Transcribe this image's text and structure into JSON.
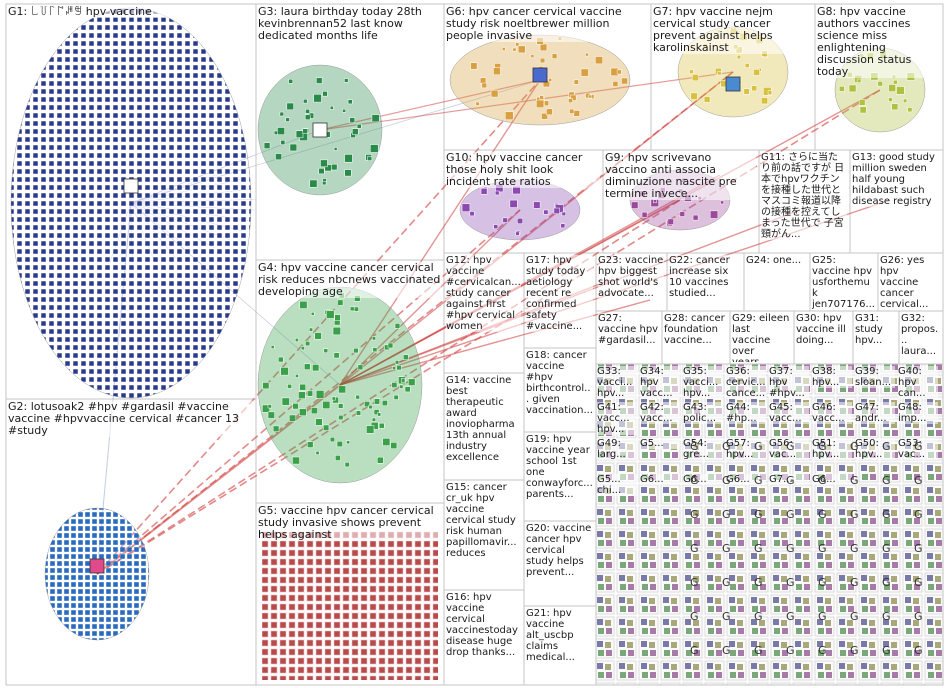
{
  "groups": [
    {
      "id": "G1",
      "label": "G1: ꒒꒦꒓꒕ꎎꁅ hpv vaccine",
      "color": "#1f2a7a"
    },
    {
      "id": "G2",
      "label": "G2: lotusoak2 #hpv #gardasil #vaccine vaccine #hpvvaccine cervical #cancer 13 #study",
      "color": "#1c5fb0"
    },
    {
      "id": "G3",
      "label": "G3: laura birthday today 28th kevinbrennan52 last know dedicated months life",
      "color": "#1a7a3a"
    },
    {
      "id": "G4",
      "label": "G4: hpv vaccine cancer cervical risk reduces nbcnews vaccinated developing age",
      "color": "#2a9a3a"
    },
    {
      "id": "G5",
      "label": "G5: vaccine hpv cancer cervical study invasive shows prevent helps against",
      "color": "#a03030"
    },
    {
      "id": "G6",
      "label": "G6: hpv cancer cervical vaccine study risk noeltbrewer million people invasive",
      "color": "#d08a20"
    },
    {
      "id": "G7",
      "label": "G7: hpv vaccine nejm cervical study cancer prevent against helps karolinskainst",
      "color": "#c8b020"
    },
    {
      "id": "G8",
      "label": "G8: hpv vaccine authors vaccines science miss enlightening discussion status today",
      "color": "#9ab020"
    },
    {
      "id": "G9",
      "label": "G9: hpv scrivevano vaccino anti associa diminuzione nascite pre termine invece...",
      "color": "#8a2a8a"
    },
    {
      "id": "G10",
      "label": "G10: hpv vaccine cancer those holy shit look incident rate ratios",
      "color": "#7a3aa0"
    },
    {
      "id": "G11",
      "label": "G11: さらに当たり前の話ですが 日本でhpvワクチンを接種した世代とマスコミ報道以降の接種を控えてしまった世代で 子宮頸がん...",
      "color": "#2a7aa0"
    },
    {
      "id": "G12",
      "label": "G12: hpv vaccine #cervicalcan... study cancer against first #hpv cervical women",
      "color": "#3a8a8a"
    },
    {
      "id": "G13",
      "label": "G13: good study million sweden half young hildabast such disease registry",
      "color": "#3a6aa0"
    },
    {
      "id": "G14",
      "label": "G14: vaccine best therapeutic award inoviopharma 13th annual industry excellence",
      "color": "#8a8a2a"
    },
    {
      "id": "G15",
      "label": "G15: cancer cr_uk hpv vaccine cervical study risk human papillomavir... reduces",
      "color": "#6a9a3a"
    },
    {
      "id": "G16",
      "label": "G16: hpv vaccine cervical vaccinestoday disease huge drop thanks...",
      "color": "#5a8a5a"
    },
    {
      "id": "G17",
      "label": "G17: hpv study today aetiology recent re confirmed safety #vaccine...",
      "color": "#aa5a2a"
    },
    {
      "id": "G18",
      "label": "G18: cancer vaccine #hpv birthcontrol... given vaccination...",
      "color": "#5a5aaa"
    },
    {
      "id": "G19",
      "label": "G19: hpv vaccine year school 1st one conwayforc... parents...",
      "color": "#aa7a3a"
    },
    {
      "id": "G20",
      "label": "G20: vaccine cancer hpv cervical study helps prevent...",
      "color": "#7aaa3a"
    },
    {
      "id": "G21",
      "label": "G21: hpv vaccine alt_uscbp claims medical...",
      "color": "#3aaa7a"
    },
    {
      "id": "G22",
      "label": "G22: cancer increase six 10 vaccines studied...",
      "color": "#aa3a7a"
    },
    {
      "id": "G23",
      "label": "G23: vaccine hpv biggest shot world's advocate...",
      "color": "#3a7aaa"
    },
    {
      "id": "G24",
      "label": "G24: one...",
      "color": "#2a8a6a"
    },
    {
      "id": "G25",
      "label": "G25: vaccine hpv usforthemuk jen707176...",
      "color": "#6a3aaa"
    },
    {
      "id": "G26",
      "label": "G26: yes hpv vaccine cancer cervical...",
      "color": "#aa6a6a"
    },
    {
      "id": "G27",
      "label": "G27: vaccine hpv #gardasil...",
      "color": "#4a9aaa"
    },
    {
      "id": "G28",
      "label": "G28: cancer foundation vaccine...",
      "color": "#9a4aaa"
    },
    {
      "id": "G29",
      "label": "G29: eileen last vaccine over years...",
      "color": "#aa9a4a"
    },
    {
      "id": "G30",
      "label": "G30: hpv vaccine ill doing...",
      "color": "#4aaa4a"
    },
    {
      "id": "G31",
      "label": "G31: study hpv...",
      "color": "#aa4a4a"
    },
    {
      "id": "G32",
      "label": "G32: propos... laura...",
      "color": "#4a4aaa"
    }
  ],
  "small_groups": [
    "G33: vacci... hpv...",
    "G34: hpv vacc...",
    "G35: vacci... hpv...",
    "G36: cervic... cance...",
    "G37: hpv #hpv...",
    "G38: hpv...",
    "G39: sloan...",
    "G40: hpv can...",
    "G41: vacc... hpv...",
    "G42: vacc...",
    "G43: polic...",
    "G44: #hp...",
    "G45: vacc...",
    "G46: vacc...",
    "G47: andr...",
    "G48: imp...",
    "G49: larg...",
    "G5...",
    "G54: gre...",
    "G57: hpv...",
    "G56: vac...",
    "G51: hpv...",
    "G50: hpv...",
    "G53: vac...",
    "G5... chi...",
    "G6...",
    "G6...",
    "G6...",
    "G7...",
    "G6..."
  ],
  "repeated_group_glyph": "G"
}
